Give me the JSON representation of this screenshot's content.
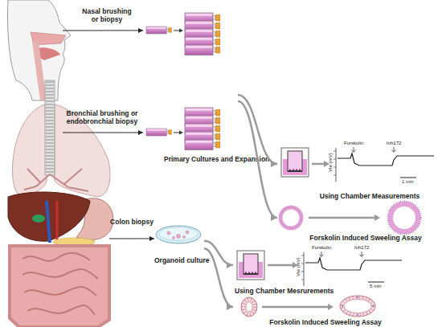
{
  "diagram": {
    "nodes": [
      {
        "text": [
          "Nasal brushing or biopsy"
        ]
      },
      {
        "text": [
          "Bronchial brushing or endobronchial biopsy"
        ]
      },
      {
        "text": [
          "Primary Cultures and Expansion"
        ]
      },
      {
        "text": [
          "Using Chamber Measurements"
        ]
      },
      {
        "text": [
          "Forskolin Induced Sweeling Assay"
        ]
      },
      {
        "text": [
          "Colon biopsy"
        ]
      },
      {
        "text": [
          "Organoid culture"
        ]
      },
      {
        "text": [
          "Using Chamber Mesrurements"
        ]
      },
      {
        "text": [
          "Forskolin Induced Sweeling Assay"
        ]
      }
    ],
    "edges": [
      {
        "from": 0,
        "to": 2,
        "arrow": "to"
      },
      {
        "from": 1,
        "to": 2,
        "arrow": "to"
      },
      {
        "from": 2,
        "to": 3,
        "arrow": "to"
      },
      {
        "from": 2,
        "to": 4,
        "arrow": "to"
      },
      {
        "from": 5,
        "to": 6,
        "arrow": "to"
      },
      {
        "from": 6,
        "to": 7,
        "arrow": "to"
      },
      {
        "from": 6,
        "to": 8,
        "arrow": "to"
      }
    ],
    "labels": [
      "Forskolin",
      "Inh172",
      "Vte (mV)",
      "1 min",
      "Forskolin",
      "Inh172",
      "Vte (mV)",
      "5 min"
    ]
  }
}
